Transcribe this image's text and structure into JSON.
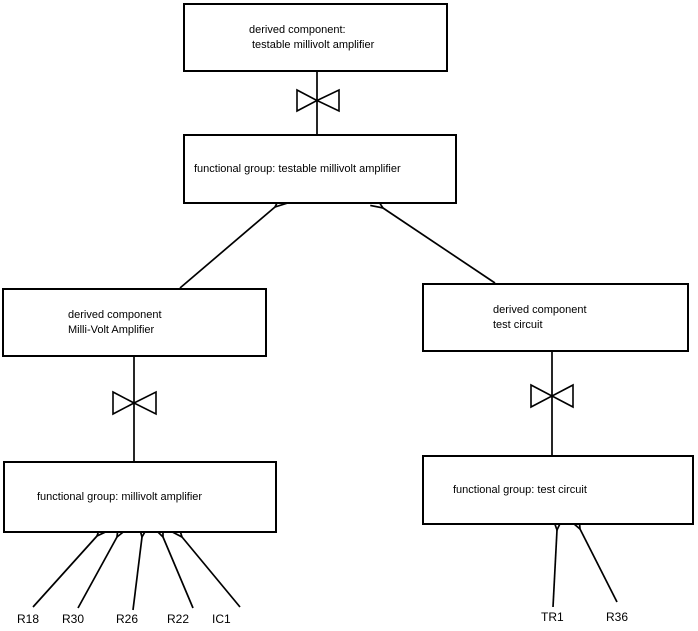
{
  "diagram": {
    "colors": {
      "background": "#ffffff",
      "line": "#000000",
      "text": "#000000"
    },
    "boxes": {
      "derived_testable": {
        "line1": "derived component:",
        "line2": "testable millivolt amplifier"
      },
      "fg_testable": {
        "label": "functional group: testable millivolt amplifier"
      },
      "derived_millivolt": {
        "line1": "derived component",
        "line2": "Milli-Volt Amplifier"
      },
      "fg_millivolt": {
        "label": "functional group: millivolt amplifier"
      },
      "derived_test": {
        "line1": "derived component",
        "line2": "test circuit"
      },
      "fg_test": {
        "label": "functional group: test circuit"
      }
    },
    "components_left": [
      "R18",
      "R30",
      "R26",
      "R22",
      "IC1"
    ],
    "components_right": [
      "TR1",
      "R36"
    ]
  }
}
